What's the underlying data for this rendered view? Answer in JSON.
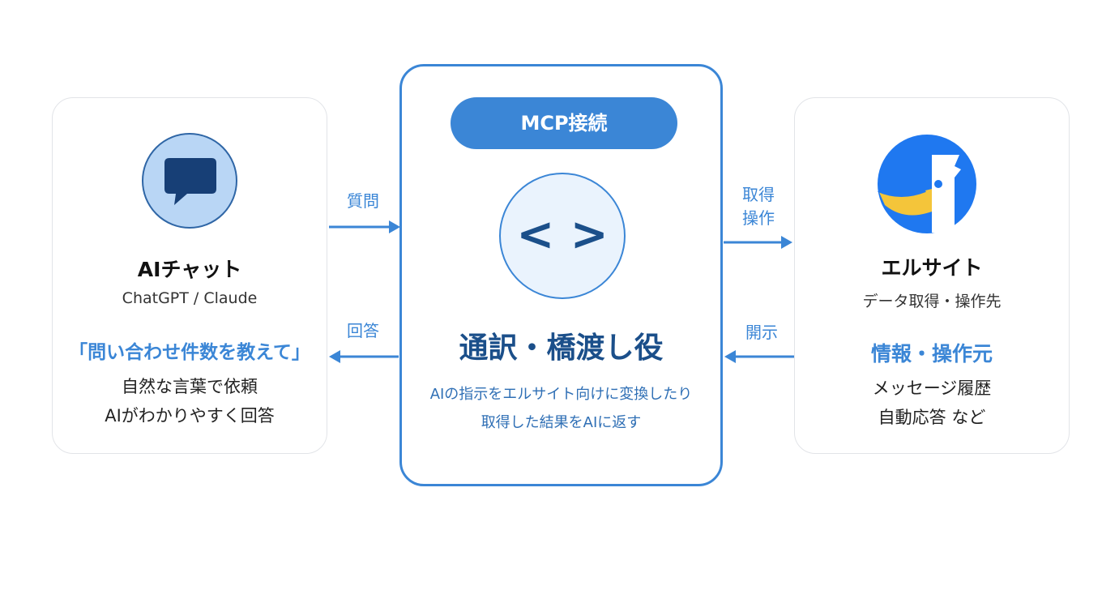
{
  "left": {
    "title": "AIチャット",
    "subtitle": "ChatGPT / Claude",
    "quote": "「問い合わせ件数を教えて」",
    "desc_line1": "自然な言葉で依頼",
    "desc_line2": "AIがわかりやすく回答"
  },
  "center": {
    "pill": "MCP接続",
    "code_glyph": "< >",
    "title": "通訳・橋渡し役",
    "desc_line1": "AIの指示をエルサイト向けに変換したり",
    "desc_line2": "取得した結果をAIに返す"
  },
  "right": {
    "title": "エルサイト",
    "subtitle": "データ取得・操作先",
    "accent": "情報・操作元",
    "desc_line1": "メッセージ履歴",
    "desc_line2": "自動応答 など"
  },
  "arrows": {
    "question": "質問",
    "answer": "回答",
    "fetch_line1": "取得",
    "fetch_line2": "操作",
    "disclose": "開示"
  },
  "colors": {
    "accent": "#3b86d6",
    "dark_blue": "#1b4f8a",
    "light_blue": "#b9d6f5",
    "logo_blue": "#1f78f0",
    "logo_yellow": "#f4c53a"
  },
  "icons": [
    "chat-bubble-icon",
    "code-brackets-icon",
    "elsite-logo-icon"
  ]
}
